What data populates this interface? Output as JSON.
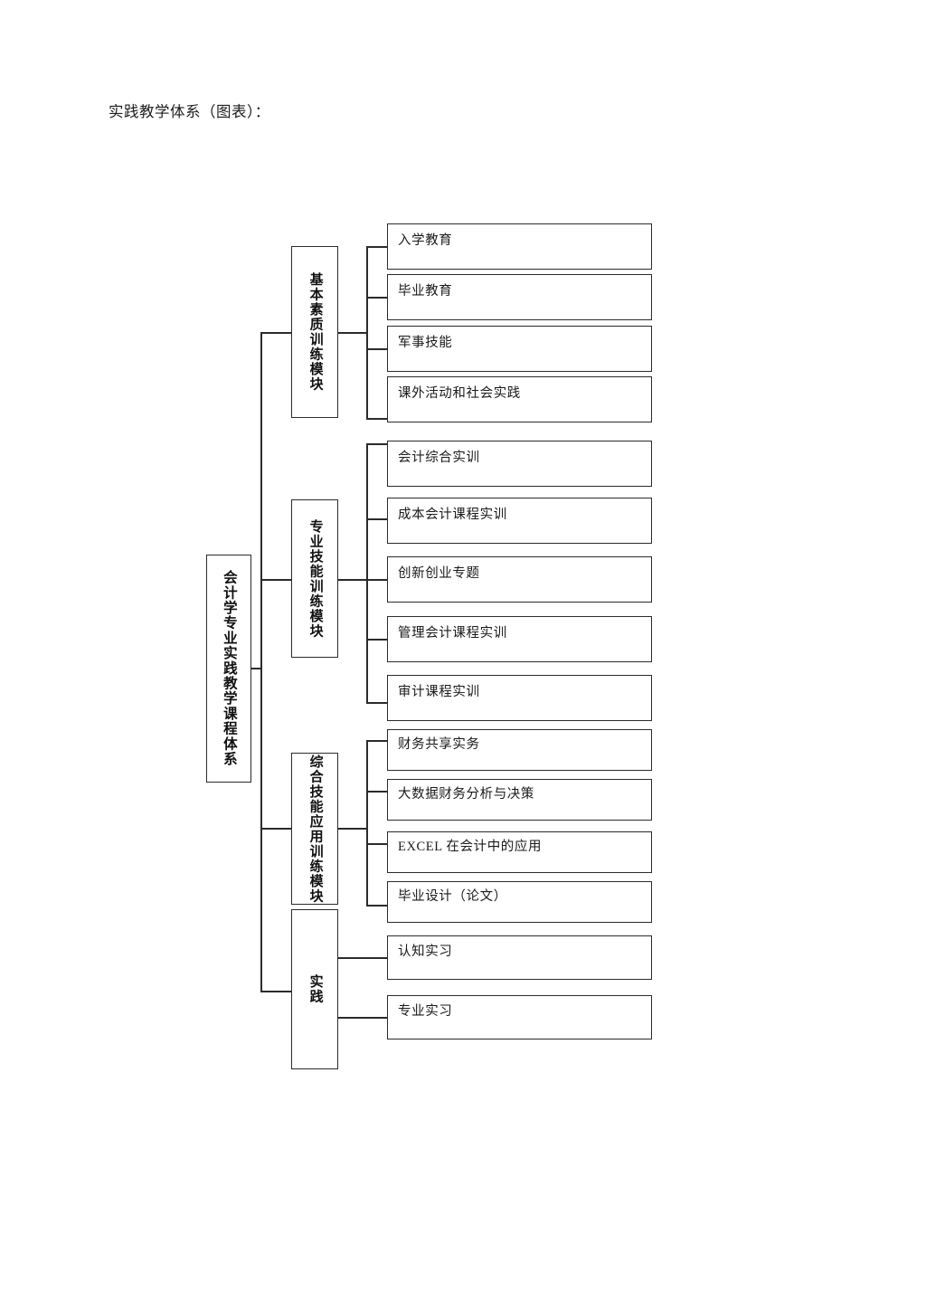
{
  "document": {
    "title": "实践教学体系（图表）："
  },
  "diagram": {
    "type": "tree",
    "orientation": "left-to-right",
    "root": {
      "label": "会计学专业实践教学课程体系",
      "orientation": "vertical"
    },
    "modules": [
      {
        "label": "基本素质训练模块",
        "orientation": "vertical",
        "items": [
          "入学教育",
          "毕业教育",
          "军事技能",
          "课外活动和社会实践"
        ]
      },
      {
        "label": "专业技能训练模块",
        "orientation": "vertical",
        "items": [
          "会计综合实训",
          "成本会计课程实训",
          "创新创业专题",
          "管理会计课程实训",
          "审计课程实训"
        ]
      },
      {
        "label": "综合技能应用训练模块",
        "orientation": "vertical",
        "items": [
          "财务共享实务",
          "大数据财务分析与决策",
          "EXCEL 在会计中的应用",
          "毕业设计（论文）"
        ]
      },
      {
        "label": "实践",
        "orientation": "vertical",
        "items": [
          "认知实习",
          "专业实习"
        ]
      }
    ],
    "colors": {
      "stroke": "#2b2b2b",
      "fill": "#ffffff",
      "text": "#1a1a1a",
      "page_background": "#ffffff"
    }
  }
}
